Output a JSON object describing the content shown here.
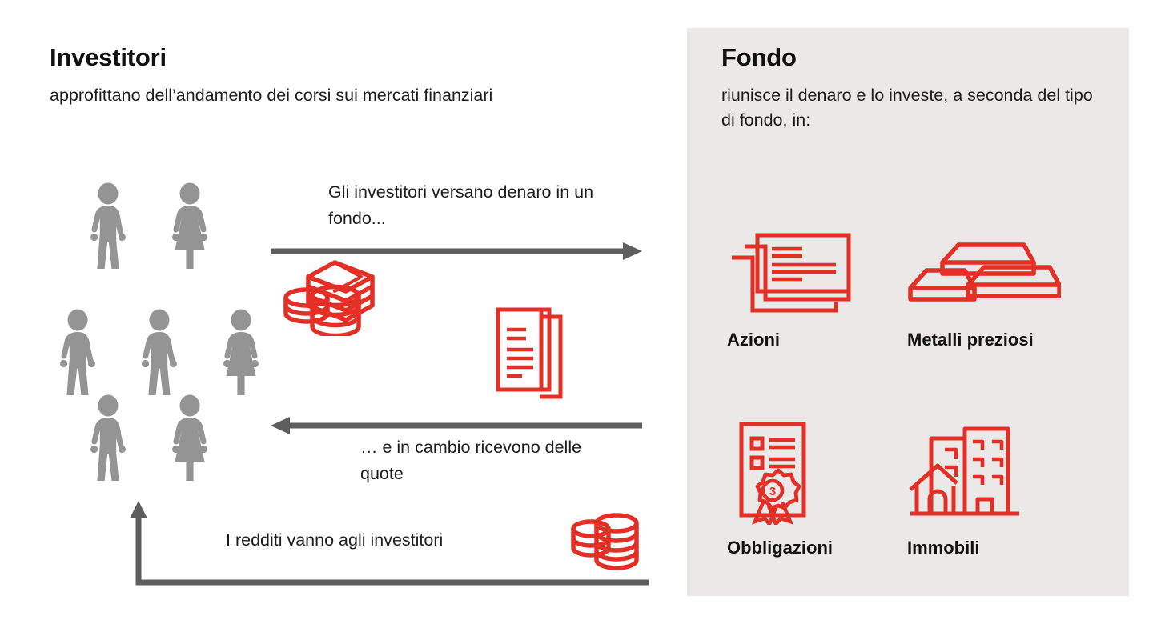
{
  "colors": {
    "red": "#E42F26",
    "grey_figure": "#949494",
    "grey_arrow": "#5E5E5E",
    "panel_bg": "#EAE9E7",
    "page_bg": "#FFFFFF",
    "text": "#1A1A1A"
  },
  "investors": {
    "title": "Investitori",
    "subtitle": "approfittano dell’andamento dei corsi sui mercati finanziari",
    "people_rows": [
      [
        "male",
        "female"
      ],
      [
        "male",
        "male",
        "female"
      ],
      [
        "male",
        "female"
      ]
    ]
  },
  "fund": {
    "title": "Fondo",
    "subtitle": "riunisce il denaro e lo investe, a seconda del tipo di fondo, in:",
    "assets": [
      {
        "label": "Azioni",
        "icon": "stacked-cards-icon"
      },
      {
        "label": "Metalli preziosi",
        "icon": "gold-bars-icon"
      },
      {
        "label": "Obbligazioni",
        "icon": "bond-certificate-icon"
      },
      {
        "label": "Immobili",
        "icon": "buildings-icon"
      }
    ]
  },
  "flows": [
    {
      "id": "deposit",
      "label": "Gli investitori versano denaro in un fondo...",
      "direction": "right",
      "icon": "money-stack-icon"
    },
    {
      "id": "shares",
      "label": "… e in cambio ricevono delle quote",
      "direction": "left",
      "icon": "share-papers-icon"
    },
    {
      "id": "income",
      "label": "I redditi vanno agli investitori",
      "direction": "left-then-up",
      "icon": "coin-stack-icon"
    }
  ],
  "certificate": {
    "seal_number": "3"
  }
}
